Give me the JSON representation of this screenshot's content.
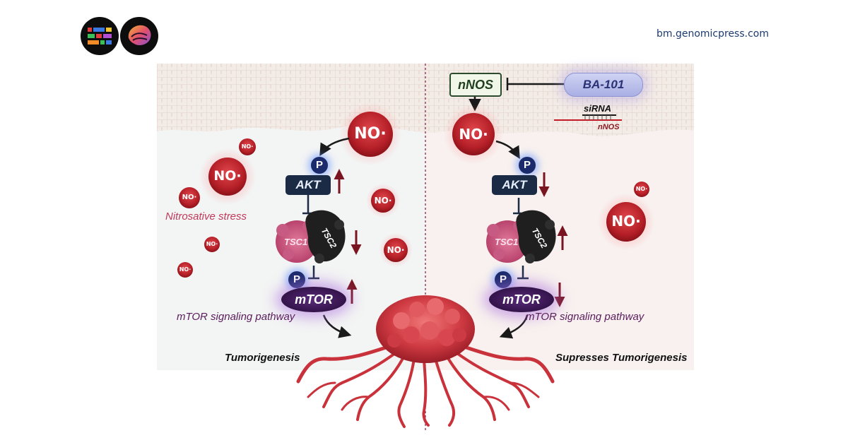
{
  "header": {
    "site_url": "bm.genomicpress.com",
    "logo_left_icon": "genomic-press-mark-icon",
    "logo_right_icon": "brain-medicine-mark-icon"
  },
  "left_panel": {
    "no_label": "NO·",
    "akt_label": "AKT",
    "tsc1_label": "TSC1",
    "tsc2_label": "TSC2",
    "mtor_label": "mTOR",
    "phospho_label": "P",
    "stress_label": "Nitrosative stress",
    "pathway_label": "mTOR signaling pathway",
    "outcome_label": "Tumorigenesis",
    "akt_trend": "up",
    "tsc_trend": "down",
    "mtor_trend": "up"
  },
  "right_panel": {
    "nnos_label": "nNOS",
    "ba101_label": "BA-101",
    "sirna_label": "siRNA",
    "sirna_target_label": "nNOS",
    "no_label": "NO·",
    "akt_label": "AKT",
    "tsc1_label": "TSC1",
    "tsc2_label": "TSC2",
    "mtor_label": "mTOR",
    "phospho_label": "P",
    "pathway_label": "mTOR signaling pathway",
    "outcome_label": "Supresses Tumorigenesis",
    "akt_trend": "down",
    "tsc_trend": "up",
    "mtor_trend": "down"
  },
  "colors": {
    "no_red": "#c0282e",
    "stress_pink": "#c0395a",
    "pathway_purple": "#5a1d5c",
    "trend_arrow": "#7a1420",
    "akt_navy": "#1b2a45",
    "tumor_red": "#c9323b"
  }
}
